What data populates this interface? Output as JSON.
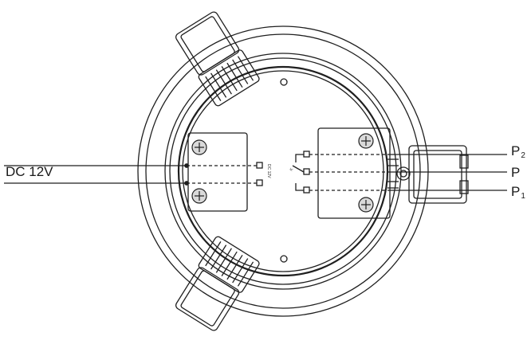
{
  "labels": {
    "dc": "DC 12V",
    "p2": "P",
    "p2_sub": "2",
    "p": "P",
    "p1": "P",
    "p1_sub": "1",
    "inner_dc": "DC 12V",
    "switch_mark": "K"
  },
  "colors": {
    "line": "#1f1f1f",
    "background": "#ffffff",
    "screw_fill": "#d9d9d9"
  }
}
